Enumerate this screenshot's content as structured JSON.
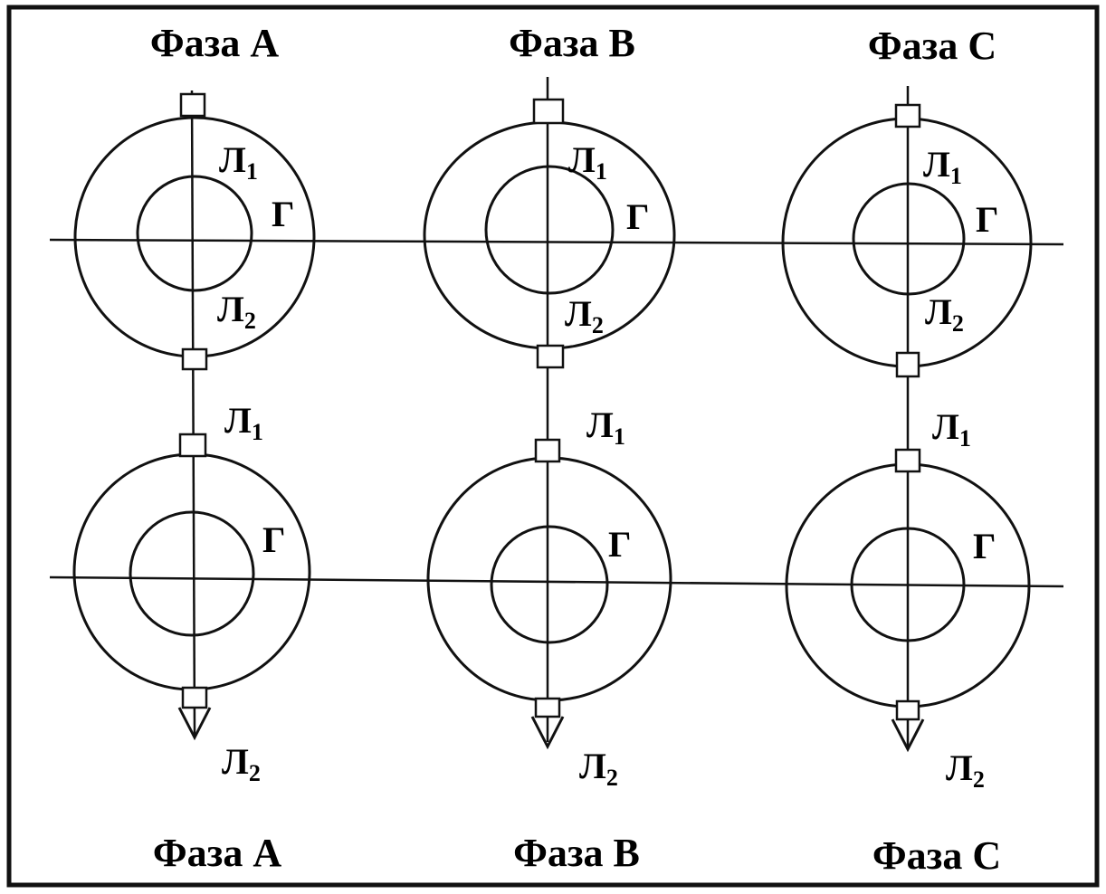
{
  "top_phases": [
    "Фаза A",
    "Фаза B",
    "Фаза C"
  ],
  "bottom_phases": [
    "Фаза A",
    "Фаза B",
    "Фаза C"
  ],
  "labels": {
    "l1": "Л",
    "l1_sub": "1",
    "l2": "Л",
    "l2_sub": "2",
    "g": "Г"
  }
}
